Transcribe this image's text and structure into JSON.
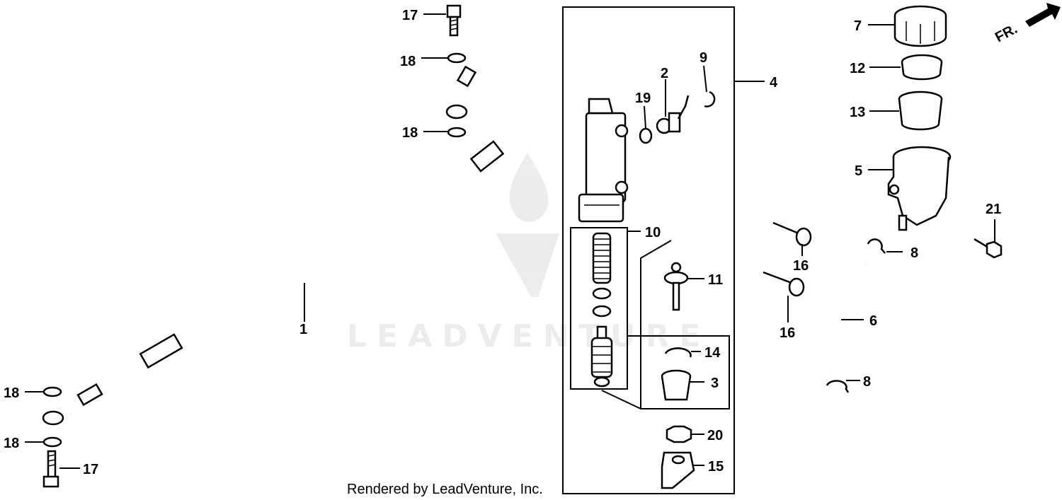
{
  "diagram": {
    "watermark": "LEADVENTURE",
    "credit": "Rendered by LeadVenture, Inc.",
    "front_marker": "FR.",
    "callouts": [
      "1",
      "2",
      "3",
      "4",
      "5",
      "6",
      "7",
      "8",
      "8",
      "9",
      "10",
      "11",
      "12",
      "13",
      "14",
      "15",
      "16",
      "16",
      "17",
      "17",
      "18",
      "18",
      "18",
      "18",
      "19",
      "20",
      "21"
    ]
  }
}
